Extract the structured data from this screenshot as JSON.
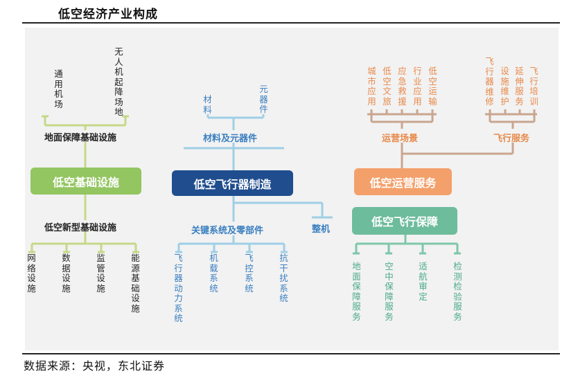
{
  "page": {
    "title": "低空经济产业构成",
    "source": "数据来源：央视，东北证券"
  },
  "infra": {
    "main": "低空基础设施",
    "ground": "地面保障基础设施",
    "new_type": "低空新型基础设施",
    "ground_items": [
      "通用机场",
      "无人机起降场地"
    ],
    "new_items": [
      "网络设施",
      "数据设施",
      "监管设施",
      "能源基础设施"
    ]
  },
  "manufacturing": {
    "main": "低空飞行器制造",
    "materials": "材料及元器件",
    "key_systems": "关键系统及零部件",
    "complete": "整机",
    "material_items": [
      "材料",
      "元器件"
    ],
    "system_items": [
      "飞行器动力系统",
      "机载系统",
      "飞控系统",
      "抗干扰系统"
    ]
  },
  "operation": {
    "main": "低空运营服务",
    "scenes": "运营场景",
    "flight_services": "飞行服务",
    "scene_items": [
      "城市应用",
      "低空文旅",
      "应急救援",
      "行业应用",
      "低空运输"
    ],
    "flight_items": [
      "飞行器维修",
      "设施维护",
      "延伸服务",
      "飞行培训"
    ]
  },
  "guarantee": {
    "main": "低空飞行保障",
    "items": [
      "地面保障服务",
      "空中保障服务",
      "适航审定",
      "检测检验服务"
    ]
  },
  "colors": {
    "infra": "#93c561",
    "manufacturing": "#1f4d8e",
    "operation": "#f4a06b",
    "guarantee": "#6dbc9c"
  }
}
